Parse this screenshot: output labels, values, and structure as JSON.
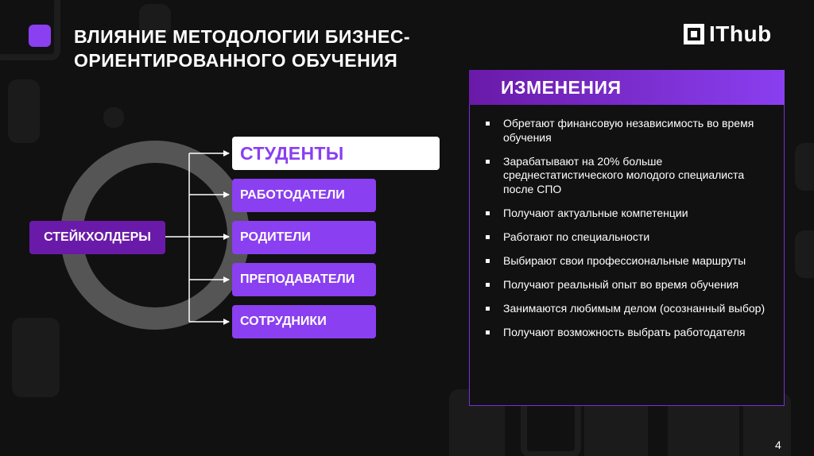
{
  "title": "ВЛИЯНИЕ МЕТОДОЛОГИИ БИЗНЕС-ОРИЕНТИРОВАННОГО ОБУЧЕНИЯ",
  "logo_text": "IThub",
  "accent_color": "#8a3ff0",
  "diagram": {
    "source_label": "СТЕЙКХОЛДЕРЫ",
    "targets": [
      {
        "label": "СТУДЕНТЫ",
        "highlighted": true
      },
      {
        "label": "РАБОТОДАТЕЛИ",
        "highlighted": false
      },
      {
        "label": "РОДИТЕЛИ",
        "highlighted": false
      },
      {
        "label": "ПРЕПОДАВАТЕЛИ",
        "highlighted": false
      },
      {
        "label": "СОТРУДНИКИ",
        "highlighted": false
      }
    ]
  },
  "changes_panel": {
    "header": "ИЗМЕНЕНИЯ",
    "items": [
      "Обретают финансовую независимость во время обучения",
      "Зарабатывают на 20% больше среднестатистического молодого специалиста после СПО",
      "Получают актуальные компетенции",
      "Работают по специальности",
      "Выбирают свои профессиональные маршруты",
      "Получают реальный опыт во время обучения",
      "Занимаются любимым делом (осознанный выбор)",
      "Получают возможность выбрать работодателя"
    ]
  },
  "page_number": "4"
}
